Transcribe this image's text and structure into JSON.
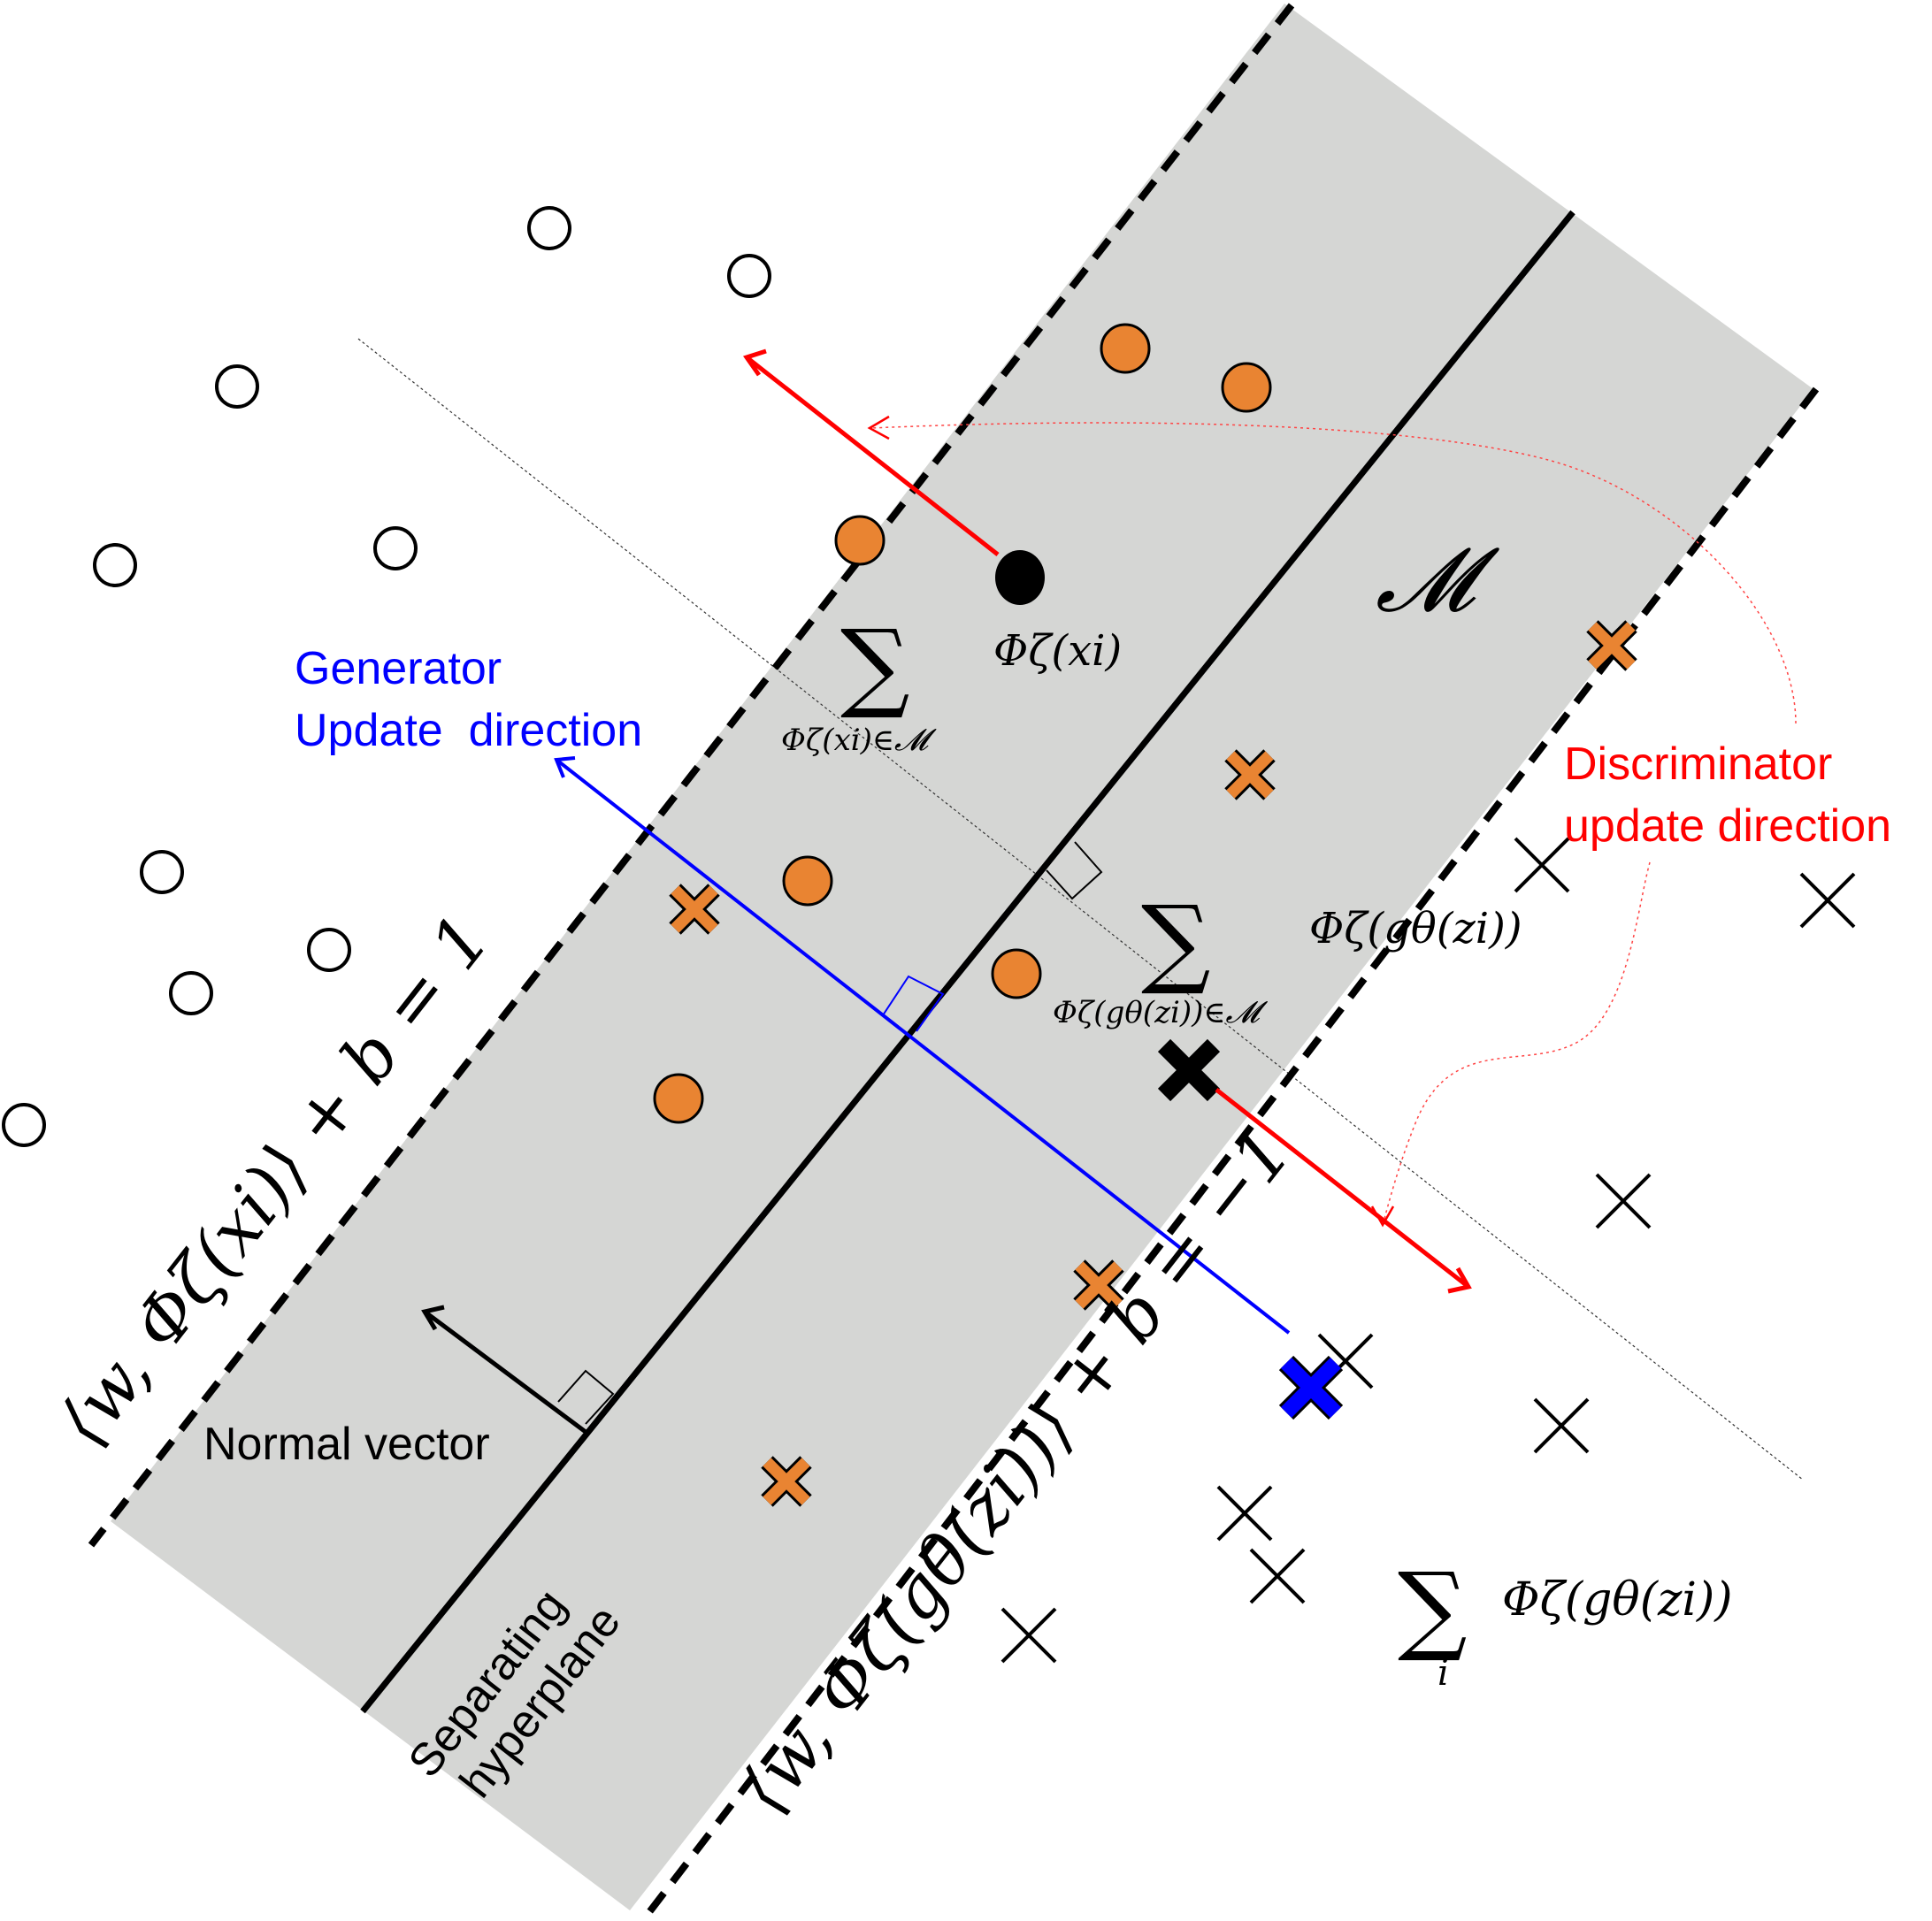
{
  "labels": {
    "generator_line1": "Generator",
    "generator_line2": "Update  direction",
    "discriminator_line1": "Discriminator",
    "discriminator_line2": "update direction",
    "normal_vector": "Normal vector",
    "separating_line1": "Separating",
    "separating_line2": "hyperplane"
  },
  "math": {
    "margin_set": "𝓜",
    "phi_xi": "Φζ(xi)",
    "sum_symbol": "∑",
    "sum_sub_real": "Φζ(xi)∈𝓜",
    "sum_sub_fake": "Φζ(gθ(zi))∈𝓜",
    "phi_g_zi": "Φζ(gθ(zi))",
    "sum_all_fake": "Φζ(gθ(zi))",
    "sum_all_fake_sub": "i",
    "upper_margin_eq": "⟨w, Φζ(xi)⟩ + b = 1",
    "lower_margin_eq": "⟨w, Φζ(gθ(zi))⟩ + b = −1"
  },
  "colors": {
    "margin_band": "#d5d6d4",
    "orange": "#e98432",
    "generator": "#0000ff",
    "discriminator": "#ff0000",
    "black": "#000000"
  },
  "markers": {
    "real_outside": "open-circle-icon",
    "real_in_margin": "orange-filled-circle-icon",
    "real_selected": "black-filled-circle-icon",
    "fake_outside": "thin-x-icon",
    "fake_in_margin": "orange-x-icon",
    "fake_selected": "black-bold-x-icon",
    "fake_generated": "blue-bold-x-icon"
  }
}
